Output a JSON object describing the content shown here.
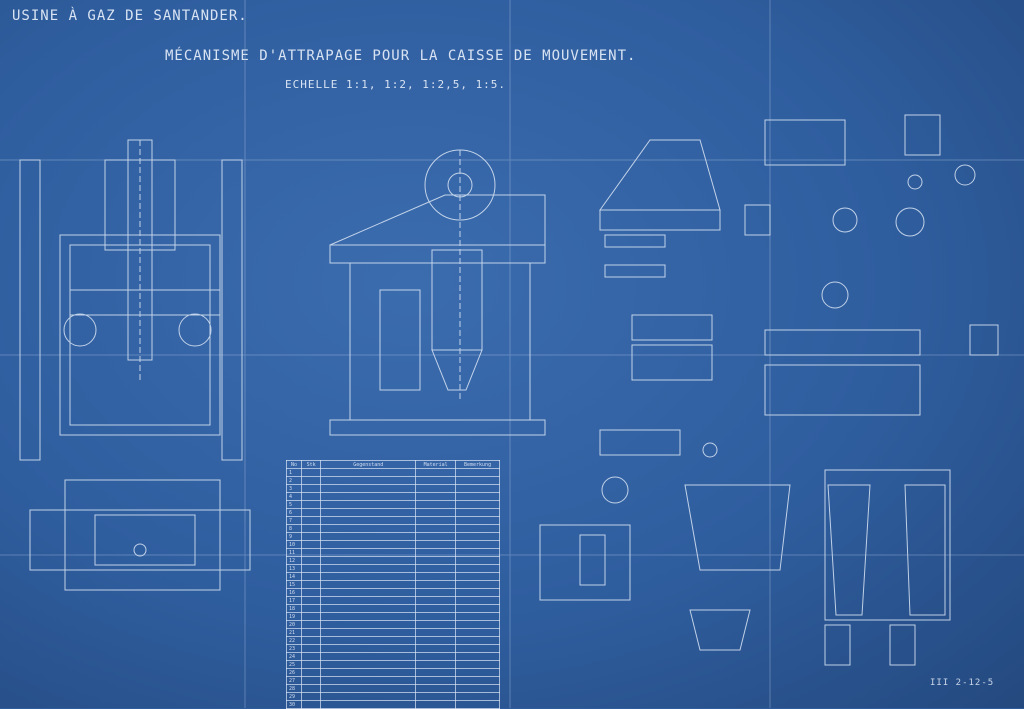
{
  "title": "USINE À GAZ DE SANTANDER.",
  "subtitle": "MÉCANISME D'ATTRAPAGE POUR LA CAISSE DE MOUVEMENT.",
  "scale": "ECHELLE 1:1, 1:2, 1:2,5, 1:5.",
  "parts_table": {
    "headers": [
      "No",
      "Stk",
      "Gegenstand",
      "Material",
      "Bemerkung"
    ],
    "row_numbers": [
      "1",
      "2",
      "3",
      "4",
      "5",
      "6",
      "7",
      "8",
      "9",
      "10",
      "11",
      "12",
      "13",
      "14",
      "15",
      "16",
      "17",
      "18",
      "19",
      "20",
      "21",
      "22",
      "23",
      "24",
      "25",
      "26",
      "27",
      "28",
      "29",
      "30"
    ]
  },
  "stamp": "III 2-12-5",
  "colors": {
    "paper": "#2f5e9f",
    "lines": "#dfe8f6"
  }
}
